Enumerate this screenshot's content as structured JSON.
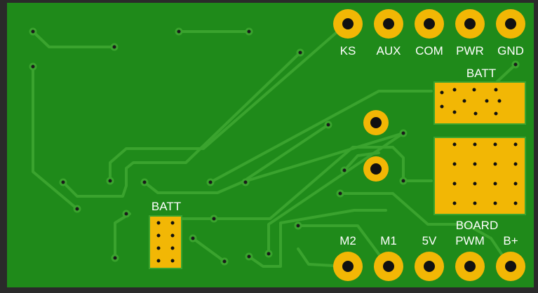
{
  "board": {
    "background_color": "#2a2a2a",
    "board_color": "#1f8a1a",
    "trace_color": "#3aa32e",
    "pad_color": "#f2b705",
    "pad_hole_color": "#111111",
    "silk_color": "#ffffff"
  },
  "top_pins": {
    "labels": [
      "KS",
      "AUX",
      "COM",
      "PWR",
      "GND"
    ]
  },
  "bottom_pins": {
    "labels": [
      "M2",
      "M1",
      "5V",
      "PWM",
      "B+"
    ]
  },
  "connectors": {
    "batt_top_label": "BATT",
    "batt_left_label": "BATT",
    "board_label": "BOARD"
  }
}
